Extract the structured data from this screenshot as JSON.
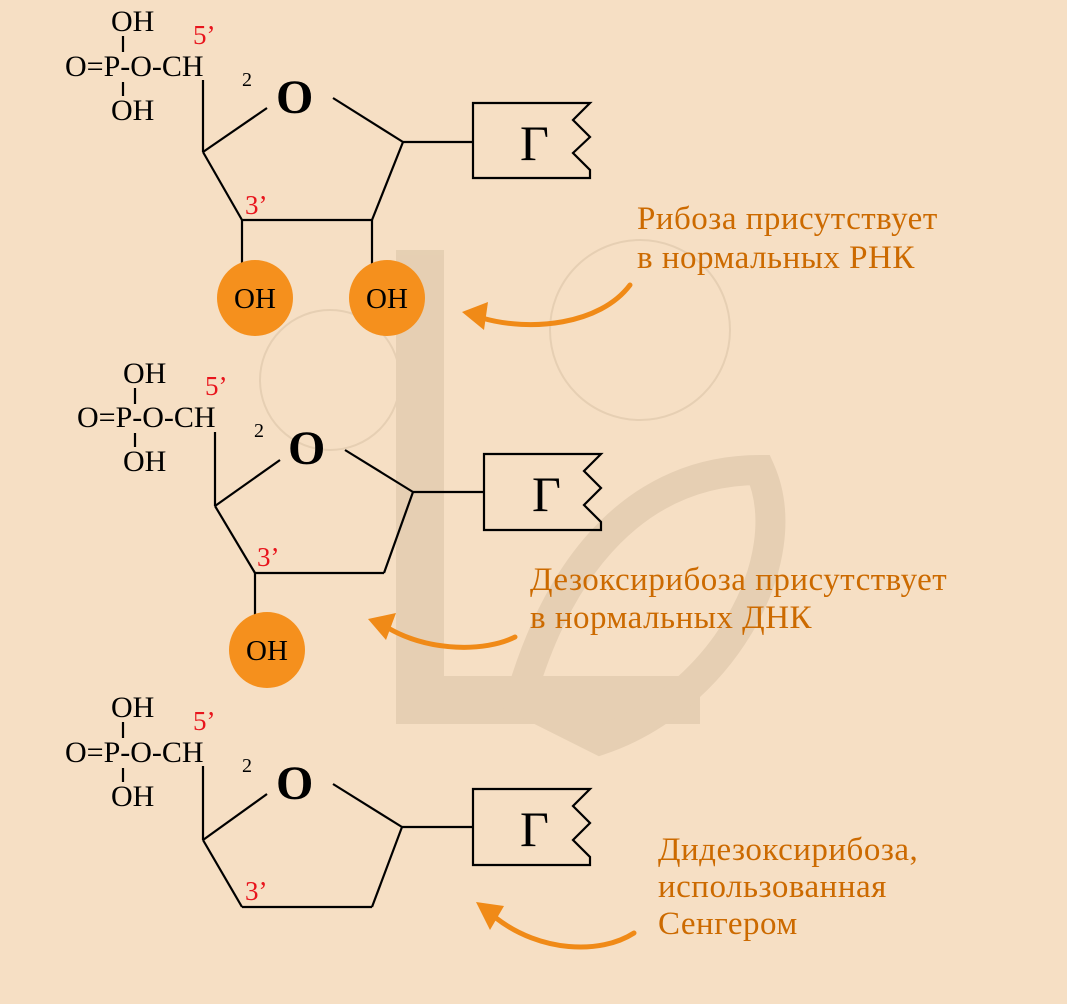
{
  "structures": [
    {
      "phosphate": {
        "oh_top": "OH",
        "main": "O=P-O-CH",
        "subscript": "2",
        "oh_bottom": "OH"
      },
      "five_prime": "5’",
      "ring_oxygen": "O",
      "three_prime": "3’",
      "base": "Г",
      "hydroxyls": [
        "OH",
        "OH"
      ],
      "caption_lines": [
        "Рибоза присутствует",
        "в нормальных РНК"
      ]
    },
    {
      "phosphate": {
        "oh_top": "OH",
        "main": "O=P-O-CH",
        "subscript": "2",
        "oh_bottom": "OH"
      },
      "five_prime": "5’",
      "ring_oxygen": "O",
      "three_prime": "3’",
      "base": "Г",
      "hydroxyls": [
        "OH"
      ],
      "caption_lines": [
        "Дезоксирибоза присутствует",
        "в нормальных ДНК"
      ]
    },
    {
      "phosphate": {
        "oh_top": "OH",
        "main": "O=P-O-CH",
        "subscript": "2",
        "oh_bottom": "OH"
      },
      "five_prime": "5’",
      "ring_oxygen": "O",
      "three_prime": "3’",
      "base": "Г",
      "hydroxyls": [],
      "caption_lines": [
        "Дидезоксирибоза,",
        "использованная",
        "Сенгером"
      ]
    }
  ],
  "colors": {
    "background": "#f6dfc4",
    "caption": "#cc6a00",
    "highlight": "#f5901d",
    "prime_label": "#e8141c"
  }
}
